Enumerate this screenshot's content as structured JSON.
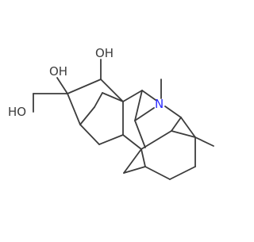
{
  "diagram": {
    "kind": "skeletal-structure",
    "atom_labels": {
      "oh_top": "OH",
      "oh_upper_left": "OH",
      "ho_left": "HO",
      "nitrogen": "N"
    },
    "colors": {
      "bond": "#3c3c3c",
      "heteroatom_oxygen": "#3c3c3c",
      "heteroatom_nitrogen": "#2a2aff",
      "background": "#ffffff"
    }
  }
}
